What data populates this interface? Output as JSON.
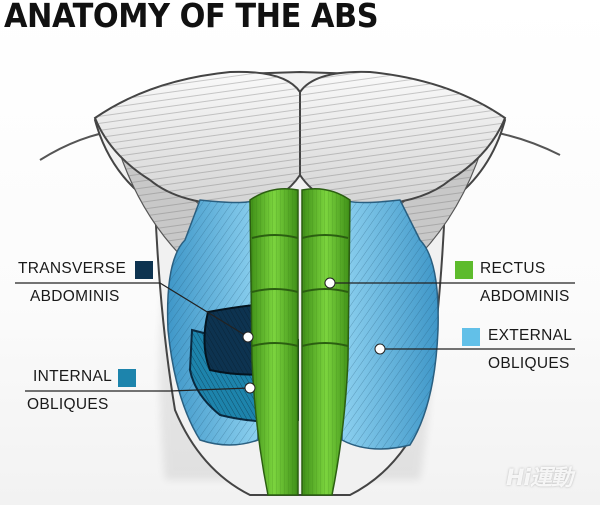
{
  "title": "ANATOMY OF THE ABS",
  "labels": {
    "transverse_line1": "TRANSVERSE",
    "transverse_line2": "ABDOMINIS",
    "internal_line1": "INTERNAL",
    "internal_line2": "OBLIQUES",
    "rectus_line1": "RECTUS",
    "rectus_line2": "ABDOMINIS",
    "external_line1": "EXTERNAL",
    "external_line2": "OBLIQUES"
  },
  "colors": {
    "transverse": "#0d3350",
    "internal": "#1d84ac",
    "rectus": "#5dbb2c",
    "external": "#62c0e8"
  },
  "watermark": "Hi運動"
}
